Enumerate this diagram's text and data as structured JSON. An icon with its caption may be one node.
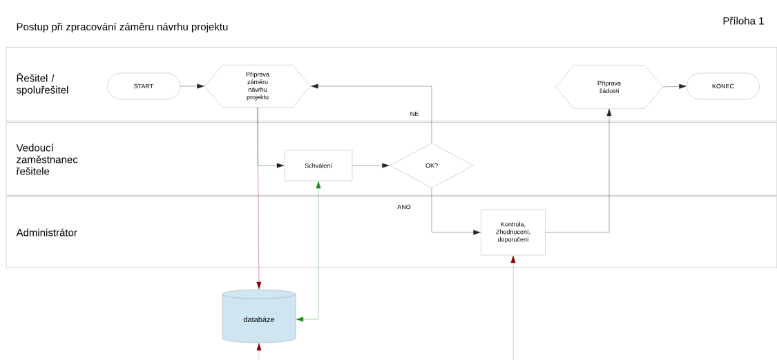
{
  "diagram": {
    "title": "Postup při zpracování záměru návrhu projektu",
    "nodes": [
      {
        "text": [
          "Řešitel / spoluřešitel"
        ]
      },
      {
        "text": [
          "Vedoucí zaměstnanec řešitele"
        ]
      },
      {
        "text": [
          "Administrátor"
        ]
      },
      {
        "text": [
          "START"
        ],
        "in": 0
      },
      {
        "text": [
          "Příprava záměru návrhu projektu"
        ],
        "in": 0
      },
      {
        "text": [
          "Příprava žádosti"
        ],
        "in": 0
      },
      {
        "text": [
          "KONEC"
        ],
        "in": 0
      },
      {
        "text": [
          "Schválení"
        ],
        "in": 1
      },
      {
        "text": [
          "OK?"
        ],
        "in": 1
      },
      {
        "text": [
          "Kontrola, Zhodnocení, doporučení"
        ],
        "in": 2
      },
      {
        "text": [
          "databáze"
        ]
      }
    ],
    "edges": [
      {
        "from": 3,
        "to": 4,
        "arrow": "to"
      },
      {
        "from": 4,
        "to": 7,
        "arrow": "to"
      },
      {
        "from": 7,
        "to": 8,
        "arrow": "to"
      },
      {
        "from": 8,
        "to": 4,
        "arrow": "to",
        "label": "NE"
      },
      {
        "from": 8,
        "to": 9,
        "arrow": "to",
        "label": "ANO"
      },
      {
        "from": 9,
        "to": 5,
        "arrow": "to"
      },
      {
        "from": 5,
        "to": 6,
        "arrow": "to"
      },
      {
        "from": 4,
        "to": 10,
        "arrow": "to",
        "color": "#8b0000"
      },
      {
        "from": 7,
        "to": 10,
        "arrow": "both",
        "color": "#1f8a1f"
      },
      {
        "from": null,
        "to": 10,
        "arrow": "to",
        "color": "#8b0000"
      },
      {
        "from": null,
        "to": 9,
        "arrow": "to",
        "color": "#8b0000"
      }
    ],
    "labels": [
      "Příloha 1"
    ]
  }
}
